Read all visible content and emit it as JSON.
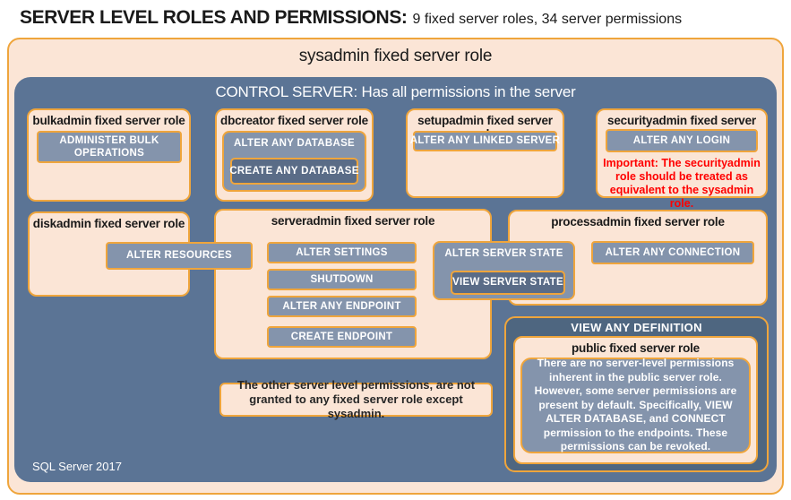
{
  "header": {
    "title": "SERVER LEVEL ROLES AND PERMISSIONS:",
    "subtitle": "9 fixed server roles, 34 server permissions"
  },
  "sysadmin": {
    "label": "sysadmin fixed server role"
  },
  "control_server": {
    "label": "CONTROL SERVER: Has all permissions in the server",
    "footer": "SQL Server 2017"
  },
  "roles": {
    "bulkadmin": {
      "label": "bulkadmin fixed server role",
      "permission": "ADMINISTER BULK OPERATIONS"
    },
    "dbcreator": {
      "label": "dbcreator fixed server role",
      "permission": "ALTER ANY DATABASE",
      "nested_permission": "CREATE ANY DATABASE"
    },
    "setupadmin": {
      "label": "setupadmin fixed server role",
      "permission": "ALTER ANY LINKED SERVER"
    },
    "securityadmin": {
      "label": "securityadmin fixed server role",
      "permission": "ALTER ANY LOGIN",
      "warning": "Important: The securityadmin role should be treated as equivalent to the sysadmin role."
    },
    "diskadmin": {
      "label": "diskadmin fixed server role",
      "permission": "ALTER RESOURCES"
    },
    "serveradmin": {
      "label": "serveradmin fixed server role",
      "permissions": [
        "ALTER SETTINGS",
        "SHUTDOWN",
        "ALTER ANY ENDPOINT",
        "CREATE ENDPOINT"
      ],
      "state_permission": "ALTER SERVER STATE",
      "nested_state_permission": "VIEW SERVER STATE"
    },
    "processadmin": {
      "label": "processadmin fixed server role",
      "permission": "ALTER ANY CONNECTION"
    },
    "public": {
      "container_permission": "VIEW ANY DEFINITION",
      "label": "public fixed server role",
      "description": "There are no server-level permissions inherent in the public server role. However, some server permissions are present by default. Specifically, VIEW ALTER DATABASE, and CONNECT permission to the endpoints. These permissions can be revoked."
    }
  },
  "notes": {
    "other_permissions": "The other server level permissions, are not granted to any fixed server role except sysadmin."
  },
  "colors": {
    "peach_fill": "#FBE5D6",
    "gold_border": "#EFA53C",
    "slate_background": "#5B7495",
    "permission_fill": "#8494AC",
    "nested_permission_fill": "#5A6C87",
    "definition_fill": "#4E6680",
    "warning_text": "#FF0000",
    "title_text": "#1A1A1A",
    "light_text": "#FFFFFF"
  }
}
